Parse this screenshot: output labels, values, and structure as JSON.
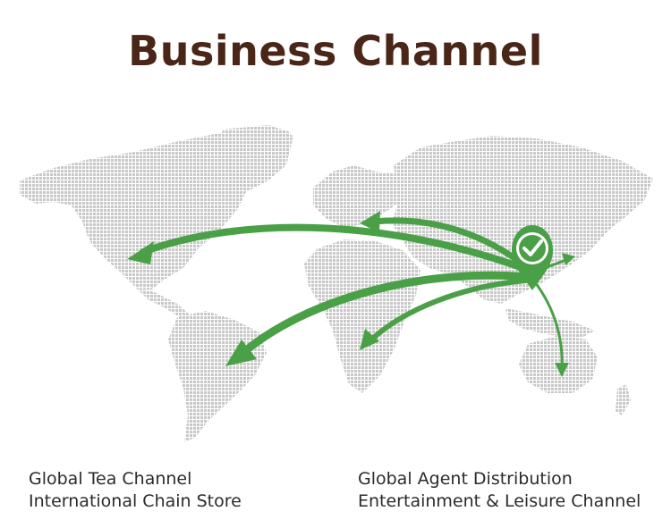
{
  "title": "Business Channel",
  "captions": {
    "left": [
      "Global Tea Channel",
      "International Chain Store"
    ],
    "right": [
      "Global Agent Distribution",
      "Entertainment & Leisure Channel"
    ]
  },
  "colors": {
    "title": "#4a2618",
    "arrow": "#4aa046",
    "map_dots": "#c8c8c8"
  },
  "icons": [
    "world-map-icon",
    "location-pin-icon",
    "checkmark-icon"
  ]
}
